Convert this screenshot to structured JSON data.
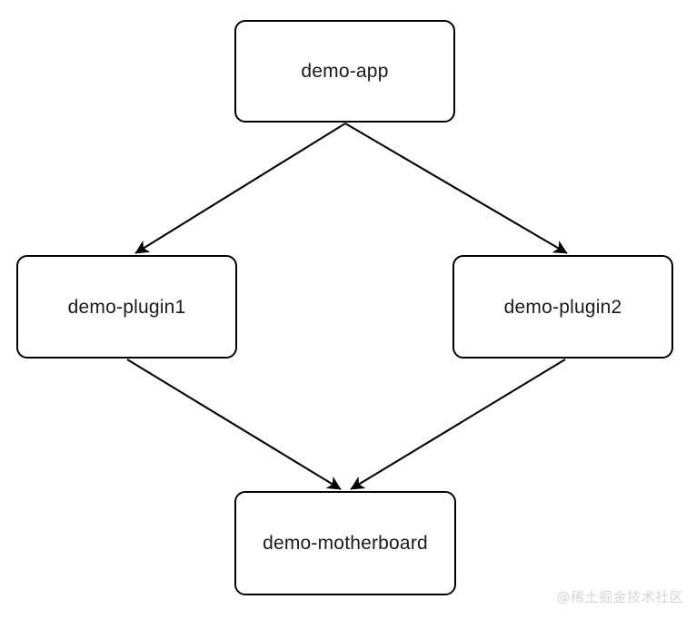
{
  "diagram": {
    "type": "directed-graph",
    "background_color": "#ffffff",
    "node_border_color": "#000000",
    "node_fill_color": "#ffffff",
    "edge_color": "#000000",
    "nodes": [
      {
        "id": "demo-app",
        "label": "demo-app"
      },
      {
        "id": "demo-plugin1",
        "label": "demo-plugin1"
      },
      {
        "id": "demo-plugin2",
        "label": "demo-plugin2"
      },
      {
        "id": "demo-motherboard",
        "label": "demo-motherboard"
      }
    ],
    "edges": [
      {
        "from": "demo-app",
        "to": "demo-plugin1",
        "arrow": "filled-triangle"
      },
      {
        "from": "demo-app",
        "to": "demo-plugin2",
        "arrow": "filled-triangle"
      },
      {
        "from": "demo-plugin1",
        "to": "demo-motherboard",
        "arrow": "filled-triangle"
      },
      {
        "from": "demo-plugin2",
        "to": "demo-motherboard",
        "arrow": "filled-triangle"
      }
    ]
  },
  "watermark": {
    "text": "@稀土掘金技术社区",
    "color": "#d6d6d6"
  }
}
